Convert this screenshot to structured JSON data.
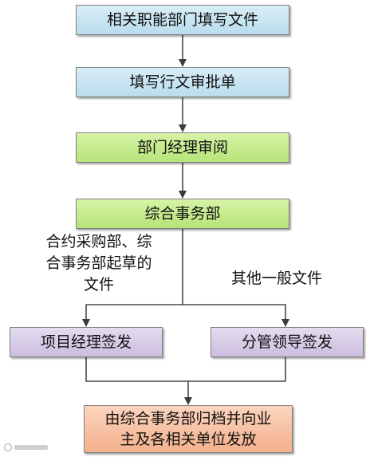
{
  "flowchart": {
    "steps": [
      {
        "id": "fill-file",
        "label": "相关职能部门填写文件"
      },
      {
        "id": "approval-form",
        "label": "填写行文审批单"
      },
      {
        "id": "manager-review",
        "label": "部门经理审阅"
      },
      {
        "id": "general-affairs",
        "label": "综合事务部"
      }
    ],
    "branches": {
      "left_condition": [
        "合约采购部、综",
        "合事务部起草的",
        "文件"
      ],
      "right_condition": "其他一般文件",
      "left_step": "项目经理签发",
      "right_step": "分管领导签发"
    },
    "final_step": [
      "由综合事务部归档并向业",
      "主及各相关单位发放"
    ]
  },
  "colors": {
    "blue_box": "#c9e6f2",
    "green_box": "#c6ec8f",
    "purple_box": "#d8cde7",
    "orange_box": "#f8c2a4",
    "connector": "#4a4a4a"
  }
}
